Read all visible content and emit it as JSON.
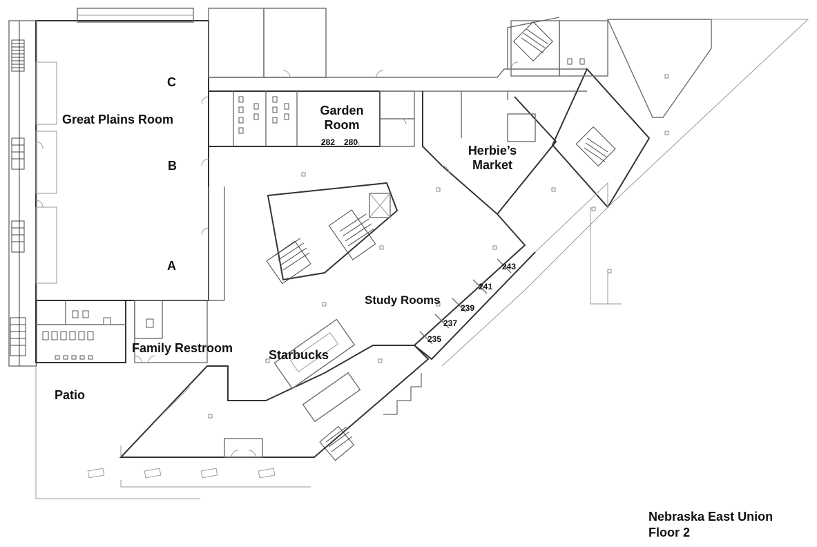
{
  "map": {
    "title_line1": "Nebraska East Union",
    "title_line2": "Floor 2",
    "rooms": {
      "great_plains": "Great Plains Room",
      "section_c": "C",
      "section_b": "B",
      "section_a": "A",
      "garden_line1": "Garden",
      "garden_line2": "Room",
      "room_282": "282",
      "room_280": "280",
      "herbies_line1": "Herbie’s",
      "herbies_line2": "Market",
      "study_rooms": "Study Rooms",
      "room_243": "243",
      "room_241": "241",
      "room_239": "239",
      "room_237": "237",
      "room_235": "235",
      "family_restroom": "Family Restroom",
      "starbucks": "Starbucks",
      "patio": "Patio"
    }
  }
}
